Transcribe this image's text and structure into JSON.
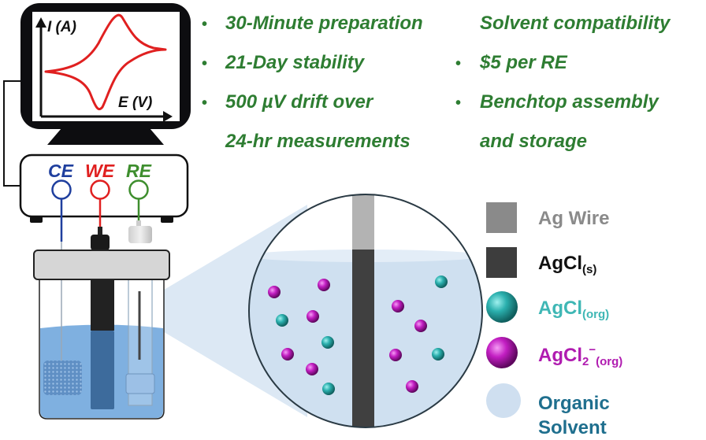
{
  "monitor": {
    "y_axis_label": "I (A)",
    "x_axis_label": "E (V)",
    "trace_color": "#e02020"
  },
  "potentiostat": {
    "electrodes": [
      {
        "label": "CE",
        "color": "#1f3f9e"
      },
      {
        "label": "WE",
        "color": "#e02020"
      },
      {
        "label": "RE",
        "color": "#3e8e2e"
      }
    ]
  },
  "features": {
    "color": "#2e7d32",
    "left": [
      {
        "bullet": "•",
        "text": "30-Minute preparation"
      },
      {
        "bullet": "•",
        "text": "21-Day stability"
      },
      {
        "bullet": "•",
        "text": "500 µV drift over"
      },
      {
        "bullet": "",
        "text": "24-hr measurements"
      }
    ],
    "right": [
      {
        "bullet": "",
        "text": "Solvent compatibility"
      },
      {
        "bullet": "•",
        "text": "$5 per RE"
      },
      {
        "bullet": "•",
        "text": "Benchtop assembly"
      },
      {
        "bullet": "",
        "text": "and storage"
      }
    ]
  },
  "legend": {
    "items": [
      {
        "name": "ag-wire",
        "label": "Ag Wire",
        "sub": "",
        "sup": "",
        "color": "#8a8a8a",
        "text_color": "#8a8a8a",
        "shape": "square"
      },
      {
        "name": "agcl-solid",
        "label": "AgCl",
        "sub": "(s)",
        "sup": "",
        "color": "#3d3d3d",
        "text_color": "#111111",
        "shape": "square"
      },
      {
        "name": "agcl-org",
        "label": "AgCl",
        "sub": "(org)",
        "sup": "",
        "color": "#2bb0ae",
        "text_color": "#3fb7b5",
        "shape": "sphere"
      },
      {
        "name": "agcl2-org",
        "label": "AgCl",
        "sub": "2",
        "sup": "−",
        "sub2": "(org)",
        "color": "#c21ec2",
        "text_color": "#b01cb0",
        "shape": "sphere"
      },
      {
        "name": "organic-solvent",
        "label": "Organic",
        "label2": "Solvent",
        "color": "#cfdff0",
        "text_color": "#1f6f8e",
        "shape": "circle"
      }
    ]
  },
  "colors": {
    "solvent": "#7fb0e0",
    "solvent_light": "#cfe0f0",
    "ag_wire": "#b3b3b3",
    "agcl_solid": "#404040",
    "sphere_teal": "#2bb0ae",
    "sphere_magenta": "#c21ec2"
  }
}
